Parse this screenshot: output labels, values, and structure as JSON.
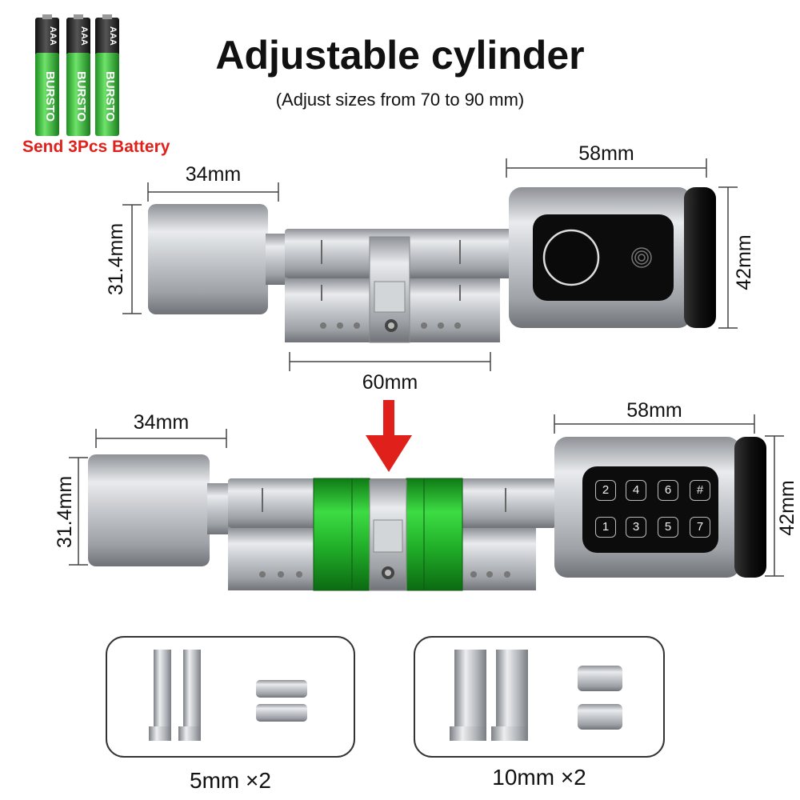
{
  "header": {
    "title": "Adjustable cylinder",
    "subtitle": "(Adjust sizes from 70 to 90 mm)"
  },
  "battery": {
    "label": "Send 3Pcs Battery",
    "brand": "BURSTO",
    "size": "AAA"
  },
  "top_lock": {
    "knob_width": "34mm",
    "knob_height": "31.4mm",
    "body_length": "60mm",
    "head_width": "58mm",
    "head_height": "42mm",
    "panel": "fingerprint"
  },
  "bottom_lock": {
    "knob_width": "34mm",
    "knob_height": "31.4mm",
    "head_width": "58mm",
    "head_height": "42mm",
    "panel": "keypad",
    "keypad_keys": [
      "2",
      "4",
      "6",
      "#",
      "1",
      "3",
      "5",
      "7"
    ]
  },
  "accessories": [
    {
      "label": "5mm ×2"
    },
    {
      "label": "10mm ×2"
    }
  ],
  "colors": {
    "accent_red": "#e0201a",
    "extension_green": "#22c12a",
    "metal": "#b9bcc0",
    "battery_green": "#3ec43e"
  }
}
